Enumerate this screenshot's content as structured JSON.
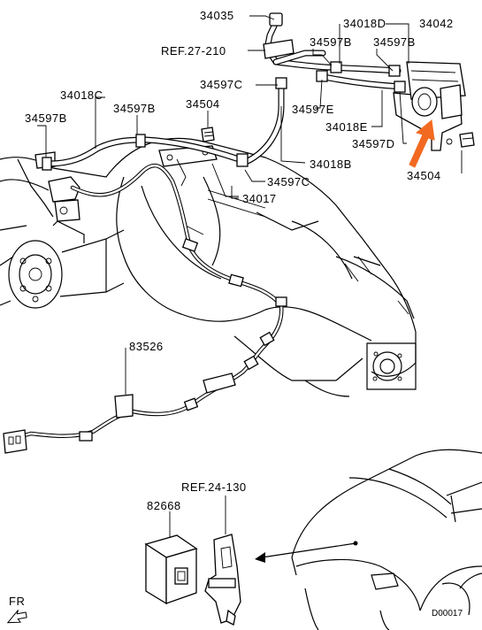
{
  "labels": {
    "p34035": "34035",
    "ref27": "REF.27-210",
    "p34018D": "34018D",
    "p34042": "34042",
    "p34597B_a": "34597B",
    "p34597B_b": "34597B",
    "p34597B_c": "34597B",
    "p34597B_d": "34597B",
    "p34018C": "34018C",
    "p34597C_a": "34597C",
    "p34504_a": "34504",
    "p34597E": "34597E",
    "p34018E": "34018E",
    "p34597D": "34597D",
    "p34504_b": "34504",
    "p34018B": "34018B",
    "p34597C_b": "34597C",
    "p34017": "34017",
    "p83526": "83526",
    "ref24": "REF.24-130",
    "p82668": "82668",
    "fr": "FR",
    "diagram_id": "D00017"
  },
  "colors": {
    "highlight_arrow": "#f26a21",
    "line": "#000000",
    "background": "#ffffff"
  }
}
